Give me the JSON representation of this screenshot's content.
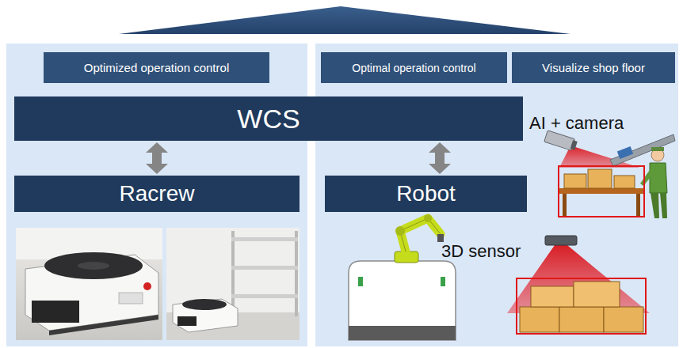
{
  "diagram": {
    "nodes": [
      {
        "text": [
          "Optimized operation control"
        ]
      },
      {
        "text": [
          "Optimal operation control"
        ]
      },
      {
        "text": [
          "Visualize shop floor"
        ]
      },
      {
        "text": [
          "WCS"
        ]
      },
      {
        "text": [
          "Racrew"
        ]
      },
      {
        "text": [
          "Robot"
        ]
      }
    ],
    "edges": [
      {
        "from": 3,
        "to": 4,
        "arrow": "both"
      },
      {
        "from": 3,
        "to": 5,
        "arrow": "both"
      }
    ],
    "labels": [
      "AI + camera",
      "3D sensor"
    ]
  }
}
